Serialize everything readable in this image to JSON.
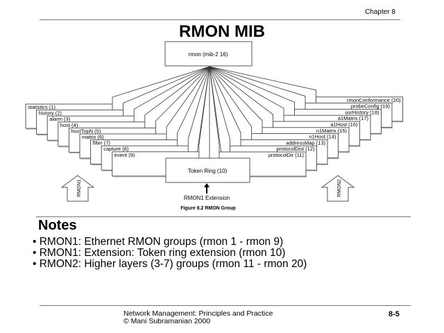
{
  "header": {
    "chapter": "Chapter 8",
    "title": "RMON MIB"
  },
  "diagram": {
    "root": "rmon (mib-2 16)",
    "rmon1_groups": [
      "statistics (1)",
      "history (2)",
      "alarm (3)",
      "host (4)",
      "hostTopN (5)",
      "matrix (6)",
      "filter (7)",
      "capture (8)",
      "event (9)"
    ],
    "token_ring": "Token Ring (10)",
    "rmon2_groups": [
      "protocolDir (11)",
      "protocolDist (12)",
      "addressMap (13)",
      "n1Host (14)",
      "n1Matrix (15)",
      "a1Host (16)",
      "a1Matrix (17)",
      "usrHistory (18)",
      "probeConfig (19)",
      "rmonConformance (20)"
    ],
    "extension_label": "RMON1 Extension",
    "left_arrow_label": "RMON1",
    "right_arrow_label": "RMON2",
    "caption": "Figure 8.2 RMON Group"
  },
  "notes": {
    "title": "Notes",
    "bullets": [
      "RMON1: Ethernet RMON groups (rmon 1 - rmon 9)",
      "RMON1: Extension: Token ring extension (rmon 10)",
      "RMON2: Higher layers (3-7) groups (rmon 11 - rmon 20)"
    ]
  },
  "footer": {
    "line1": "Network Management: Principles and Practice",
    "line2": "© Mani Subramanian 2000",
    "page": "8-5"
  }
}
